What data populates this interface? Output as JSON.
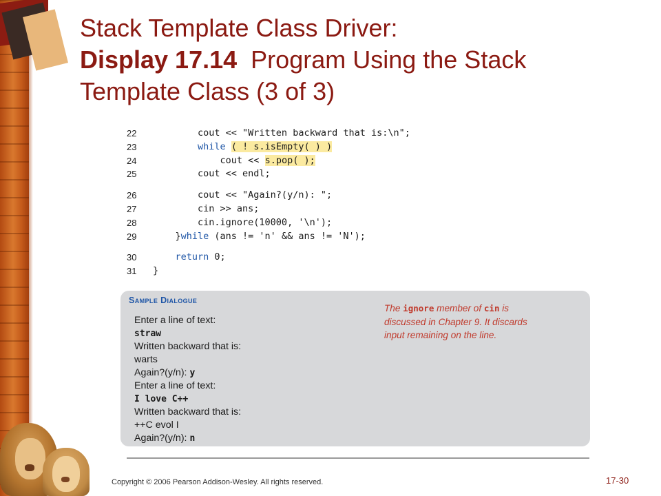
{
  "slide": {
    "title_line1": "Stack Template Class Driver:",
    "title_bold": "Display 17.14",
    "title_rest": "Program Using the Stack",
    "title_line3": "Template Class (3 of 3)"
  },
  "code": [
    {
      "num": "22",
      "pre": "        cout << \"Written backward that is:\\n\";"
    },
    {
      "num": "23",
      "kw": "while",
      "pre": "        ",
      "hl": "( ! s.isEmpty( ) )"
    },
    {
      "num": "24",
      "pre": "            cout << ",
      "hl": "s.pop( );"
    },
    {
      "num": "25",
      "pre": "        cout << endl;"
    },
    {
      "num": "26",
      "pre": "        cout << \"Again?(y/n): \";"
    },
    {
      "num": "27",
      "pre": "        cin >> ans;"
    },
    {
      "num": "28",
      "pre": "        cin.ignore(10000, '\\n');"
    },
    {
      "num": "29",
      "pre": "    }",
      "kw": "while",
      "post": " (ans != 'n' && ans != 'N');"
    },
    {
      "num": "30",
      "kw": "return",
      "pre": "    ",
      "post": " 0;"
    },
    {
      "num": "31",
      "pre": "}"
    }
  ],
  "dialogue": {
    "heading": "Sample Dialogue",
    "lines": [
      {
        "text": "Enter a line of text:"
      },
      {
        "input": "straw"
      },
      {
        "text": "Written backward that is:"
      },
      {
        "text": "warts"
      },
      {
        "text": "Again?(y/n): ",
        "input": "y"
      },
      {
        "text": "Enter a line of text:"
      },
      {
        "input": "I love C++"
      },
      {
        "text": "Written backward that is:"
      },
      {
        "text": "++C evol I"
      },
      {
        "text": "Again?(y/n): ",
        "input": "n"
      }
    ],
    "note": {
      "part1": "The ",
      "mono1": "ignore",
      "part2": " member of ",
      "mono2": "cin",
      "part3": " is discussed in Chapter 9. It discards input remaining on the line."
    }
  },
  "footer": {
    "copyright": "Copyright © 2006 Pearson Addison-Wesley. All rights reserved.",
    "page": "17-30"
  },
  "colors": {
    "title": "#8b1a12",
    "keyword": "#1e55a6",
    "highlight": "#fbeaa0",
    "note": "#c0392b",
    "dialogue_bg": "#d7d8da"
  }
}
